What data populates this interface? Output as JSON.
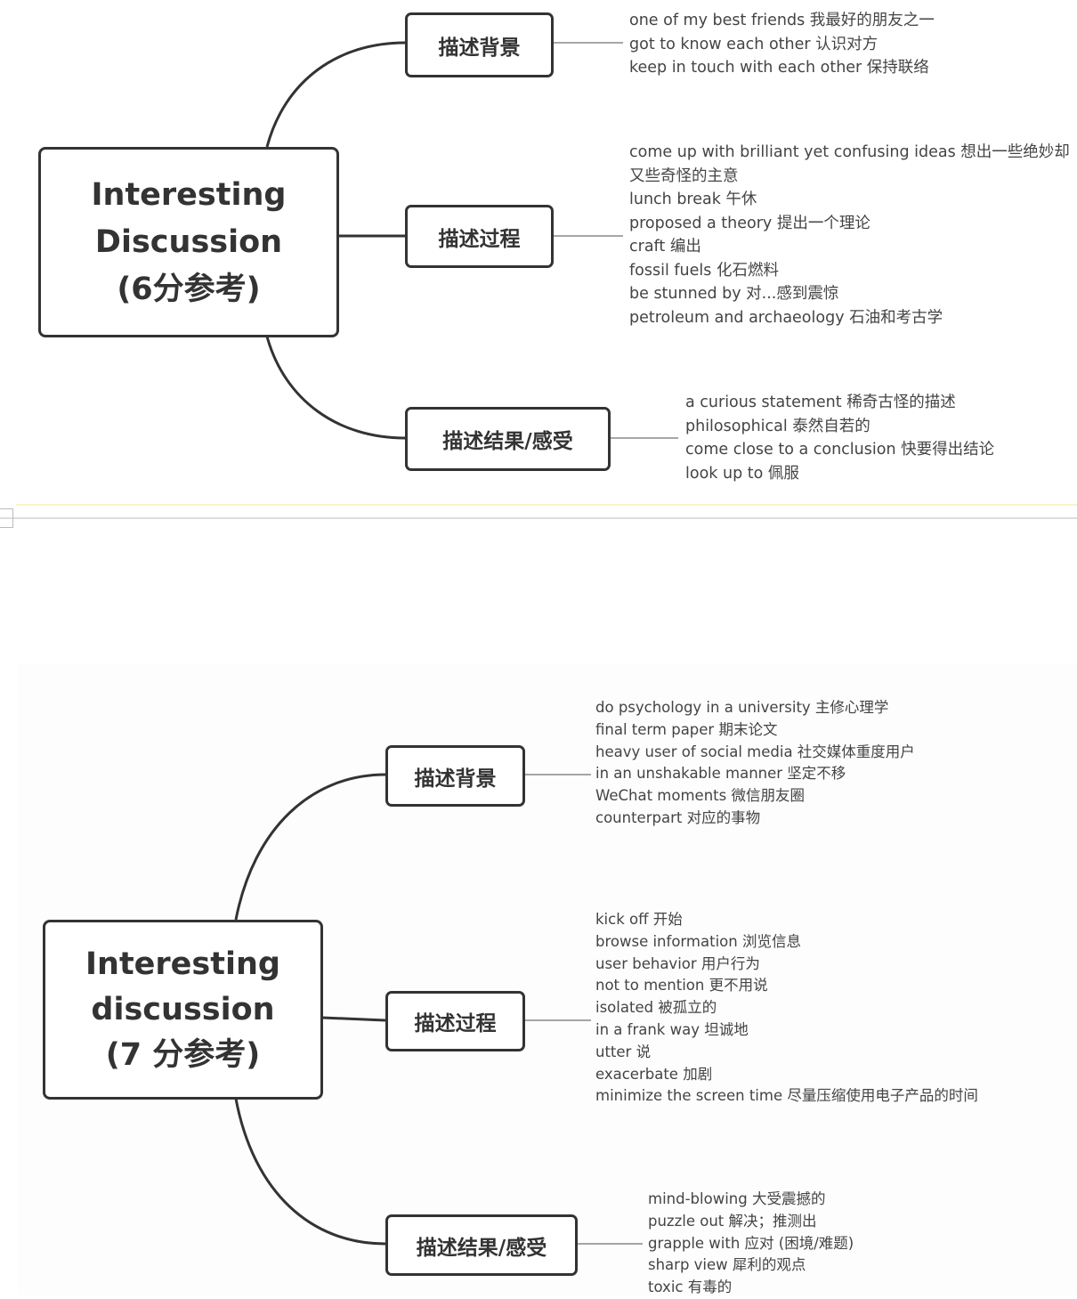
{
  "map1": {
    "central": [
      "Interesting",
      "Discussion",
      "(6分参考)"
    ],
    "nodes": [
      {
        "label": "描述背景",
        "items": [
          "one of my best friends 我最好的朋友之一",
          "got to know each other 认识对方",
          "keep in touch with each other 保持联络"
        ]
      },
      {
        "label": "描述过程",
        "items": [
          "come up with brilliant yet confusing ideas 想出一些绝妙却又些奇怪的主意",
          "lunch break 午休",
          "proposed a theory 提出一个理论",
          "craft 编出",
          "fossil fuels 化石燃料",
          "be stunned by 对...感到震惊",
          "petroleum and archaeology 石油和考古学"
        ]
      },
      {
        "label": "描述结果/感受",
        "items": [
          "a curious statement 稀奇古怪的描述",
          "philosophical 泰然自若的",
          "come close to a conclusion 快要得出结论",
          "look up to 佩服"
        ]
      }
    ]
  },
  "map2": {
    "central": [
      "Interesting",
      "discussion",
      "(7 分参考)"
    ],
    "nodes": [
      {
        "label": "描述背景",
        "items": [
          "do psychology in a university 主修心理学",
          "final term paper 期末论文",
          "heavy user of social media 社交媒体重度用户",
          "in an unshakable manner 坚定不移",
          "WeChat moments 微信朋友圈",
          "counterpart 对应的事物"
        ]
      },
      {
        "label": "描述过程",
        "items": [
          "kick off 开始",
          "browse information 浏览信息",
          "user behavior 用户行为",
          "not to mention 更不用说",
          "isolated 被孤立的",
          "in a frank way 坦诚地",
          "utter 说",
          "exacerbate 加剧",
          "minimize the screen time 尽量压缩使用电子产品的时间"
        ]
      },
      {
        "label": "描述结果/感受",
        "items": [
          "mind-blowing 大受震撼的",
          "puzzle out 解决；推测出",
          "grapple with 应对 (困境/难题)",
          "sharp view 犀利的观点",
          "toxic 有毒的"
        ]
      }
    ]
  }
}
